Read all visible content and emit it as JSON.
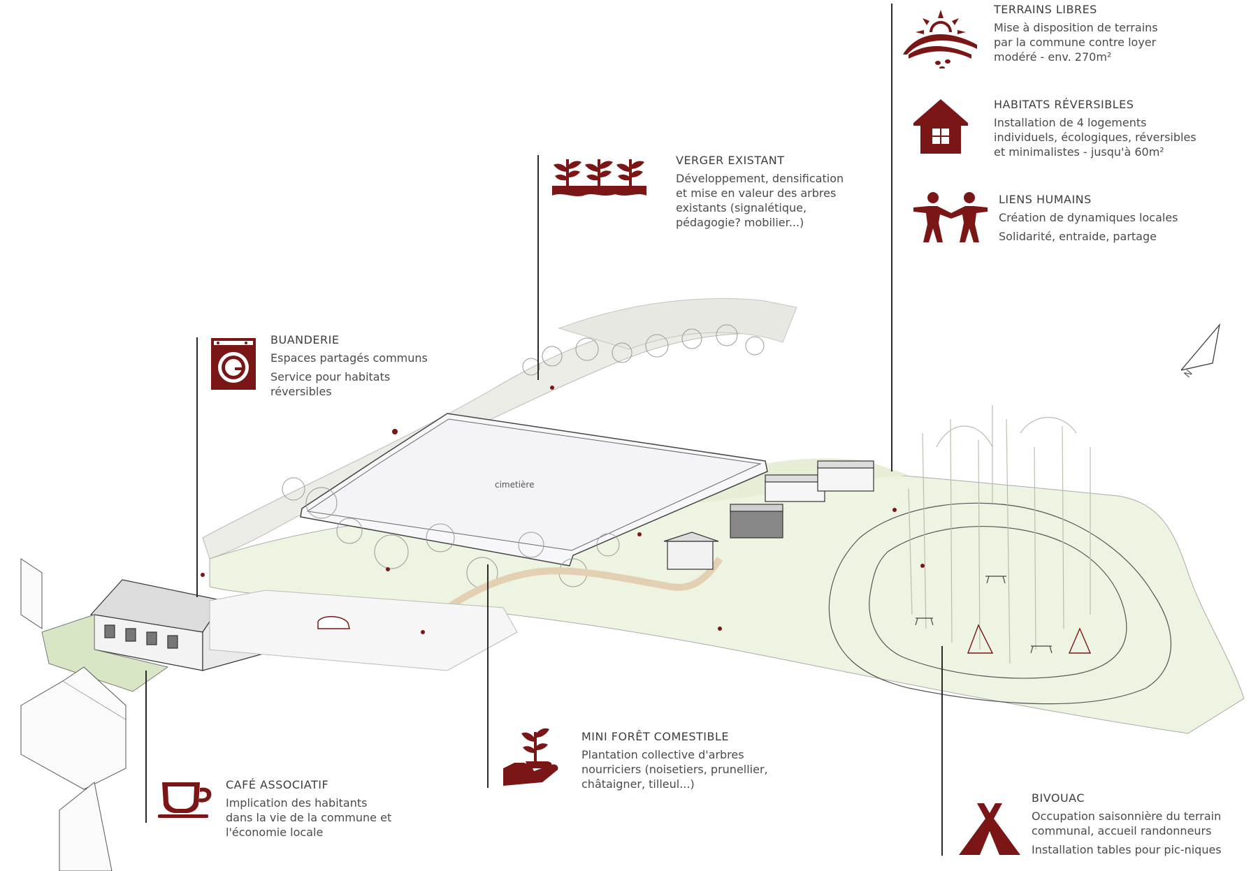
{
  "accent_color": "#7a1616",
  "callouts": {
    "terrains": {
      "icon": "sun-over-land-icon",
      "title": "TERRAINS LIBRES",
      "lines": [
        "Mise à disposition de terrains",
        "par la commune contre loyer",
        "modéré - env. 270m²"
      ]
    },
    "habitats": {
      "icon": "house-icon",
      "title": "HABITATS RÉVERSIBLES",
      "lines": [
        "Installation de 4 logements",
        "individuels, écologiques, réversibles",
        "et minimalistes - jusqu'à 60m²"
      ]
    },
    "liens": {
      "icon": "people-holding-hands-icon",
      "title": "LIENS HUMAINS",
      "lines": [
        "Création de dynamiques locales",
        "Solidarité, entraide, partage"
      ]
    },
    "verger": {
      "icon": "plant-rows-icon",
      "title": "VERGER EXISTANT",
      "lines": [
        "Développement, densification",
        "et  mise en valeur des arbres",
        "existants (signalétique,",
        "pédagogie? mobilier...)"
      ]
    },
    "buanderie": {
      "icon": "washing-machine-icon",
      "title": "BUANDERIE",
      "lines": [
        "Espaces partagés communs",
        "Service pour habitats",
        "réversibles"
      ]
    },
    "foret": {
      "icon": "sprout-in-hand-icon",
      "title": "MINI FORÊT COMESTIBLE",
      "lines": [
        "Plantation collective d'arbres",
        "nourriciers (noisetiers, prunellier,",
        "châtaigner, tilleul...)"
      ]
    },
    "cafe": {
      "icon": "coffee-cup-icon",
      "title": "CAFÉ ASSOCIATIF",
      "lines": [
        "Implication des habitants",
        "dans la vie de la commune et",
        "l'économie locale"
      ]
    },
    "bivouac": {
      "icon": "tent-icon",
      "title": "BIVOUAC",
      "lines": [
        "Occupation saisonnière du terrain",
        "communal, accueil randonneurs",
        "Installation tables pour pic-niques"
      ]
    }
  },
  "plan": {
    "cemetery_label": "cimetière",
    "north_label": "N"
  }
}
